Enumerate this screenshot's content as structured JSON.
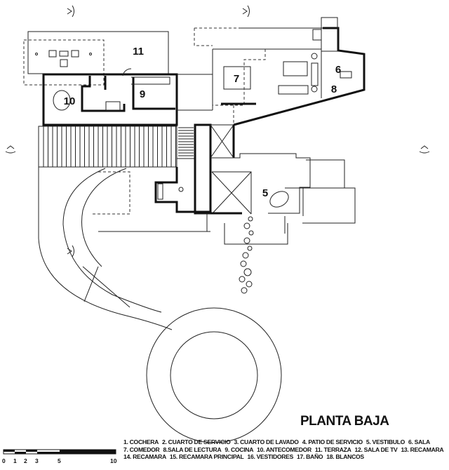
{
  "title": "PLANTA BAJA",
  "rooms": {
    "r5": "5",
    "r6": "6",
    "r7": "7",
    "r8": "8",
    "r9": "9",
    "r10": "10",
    "r11": "11"
  },
  "legend": [
    "1. COCHERA",
    "2. CUARTO DE SERVICIO",
    "3. CUARTO DE LAVADO",
    "4. PATIO DE SERVICIO",
    "5. VESTIBULO",
    "6. SALA",
    "7. COMEDOR",
    "8.SALA DE LECTURA",
    "9. COCINA",
    "10. ANTECOMEDOR",
    "11. TERRAZA",
    "12. SALA DE TV",
    "13. RECAMARA",
    "14. RECAMARA",
    "15. RECAMARA PRINCIPAL",
    "16. VESTIDORES",
    "17. BAÑO",
    "18. BLANCOS"
  ],
  "scale": {
    "ticks": [
      "0",
      "1",
      "2",
      "3",
      "5",
      "10"
    ]
  }
}
